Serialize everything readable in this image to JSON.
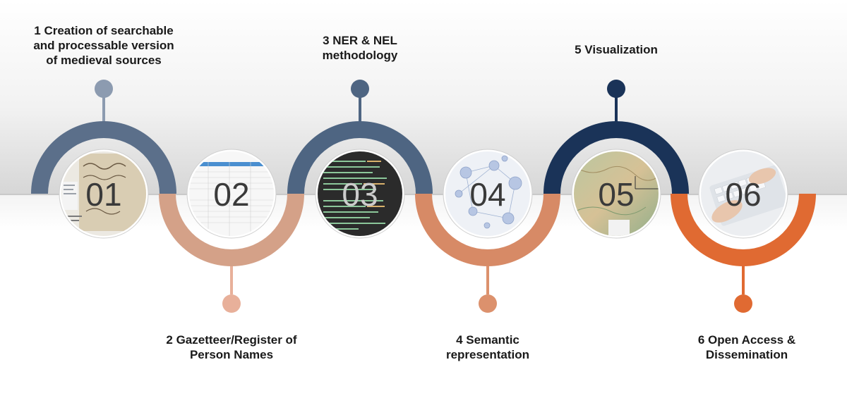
{
  "steps": [
    {
      "number": "01",
      "label": "1 Creation of searchable\nand processable version\nof  medieval sources",
      "color": "#5b6f8a",
      "dot": "#8c9bb0"
    },
    {
      "number": "02",
      "label": "2 Gazetteer/Register of\nPerson Names",
      "color": "#d4a188",
      "dot": "#e8b09a"
    },
    {
      "number": "03",
      "label": "3 NER & NEL\nmethodology",
      "color": "#4e6582",
      "dot": "#4e6582"
    },
    {
      "number": "04",
      "label": "4 Semantic\nrepresentation",
      "color": "#d78a66",
      "dot": "#dc916d"
    },
    {
      "number": "05",
      "label": "5 Visualization",
      "color": "#1a3358",
      "dot": "#1a3358"
    },
    {
      "number": "06",
      "label": "6 Open Access &\nDissemination",
      "color": "#e06a32",
      "dot": "#e06a32"
    }
  ]
}
